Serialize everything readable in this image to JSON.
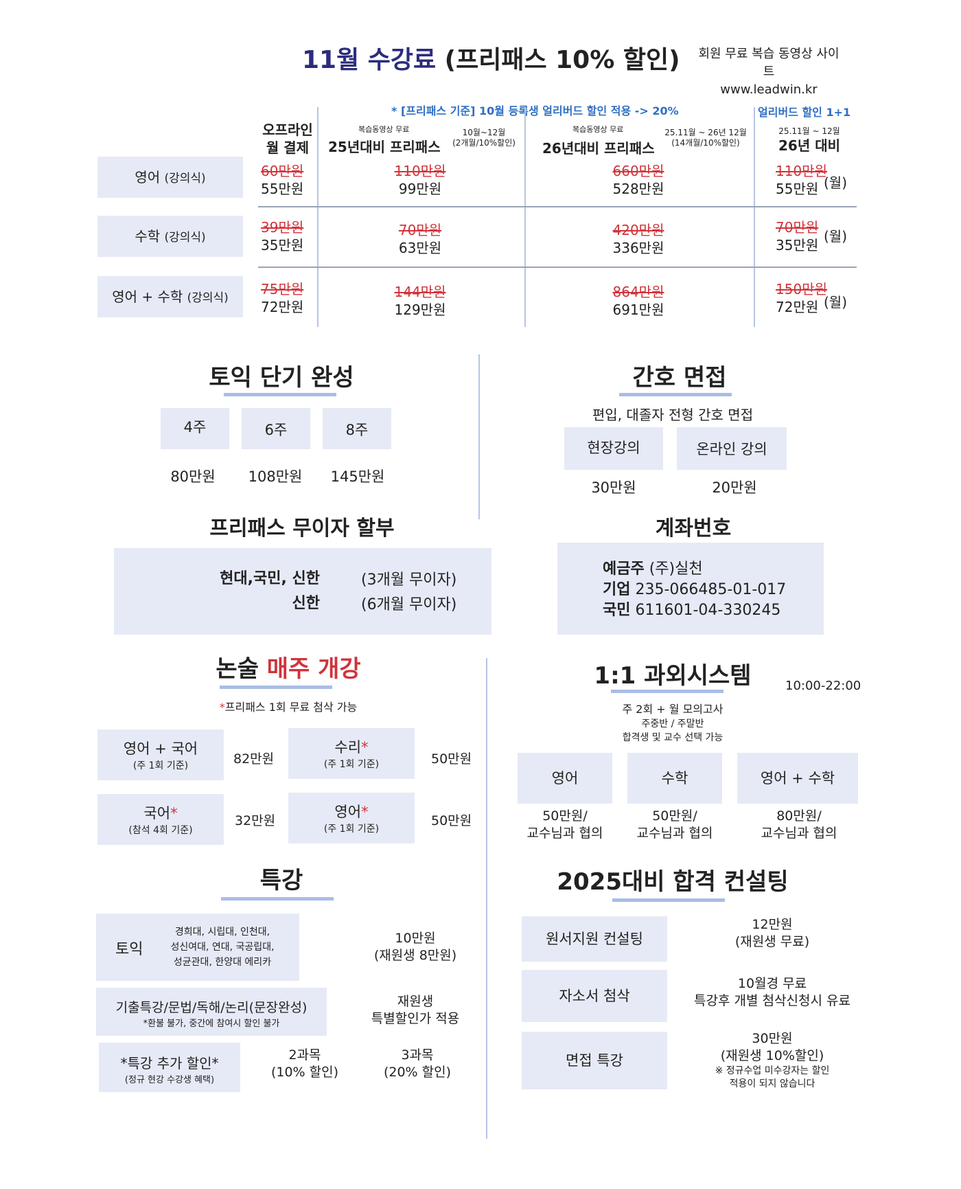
{
  "header": {
    "title_main": "11월 수강료",
    "title_paren": "(프리패스 10% 할인)",
    "site_line1": "회원 무료 복습 동영상 사이트",
    "site_line2": "www.leadwin.kr"
  },
  "price_table": {
    "notice_freepass": "* [프리패스 기준] 10월 등록생 얼리버드 할인 적용 -> 20%",
    "notice_earlybird": "얼리버드 할인 1+1",
    "col_offline": "오프라인\n월 결제",
    "col_25_small": "복습동영상 무료",
    "col_25": "25년대비 프리패스",
    "col_25_period": "10월~12월",
    "col_25_note": "(2개월/10%할인)",
    "col_26_small": "복습동영상 무료",
    "col_26": "26년대비 프리패스",
    "col_26_period": "25.11월 ~ 26년 12월",
    "col_26_note": "(14개월/10%할인)",
    "col_eb_period": "25.11월 ~ 12월",
    "col_eb": "26년 대비",
    "month_label": "(월)",
    "rows": [
      {
        "name": "영어",
        "type": "(강의식)",
        "off_old": "60만원",
        "off_new": "55만원",
        "p25_old": "110만원",
        "p25_new": "99만원",
        "p26_old": "660만원",
        "p26_new": "528만원",
        "eb_old": "110만원",
        "eb_new": "55만원"
      },
      {
        "name": "수학",
        "type": "(강의식)",
        "off_old": "39만원",
        "off_new": "35만원",
        "p25_old": "70만원",
        "p25_new": "63만원",
        "p26_old": "420만원",
        "p26_new": "336만원",
        "eb_old": "70만원",
        "eb_new": "35만원"
      },
      {
        "name": "영어 + 수학",
        "type": "(강의식)",
        "off_old": "75만원",
        "off_new": "72만원",
        "p25_old": "144만원",
        "p25_new": "129만원",
        "p26_old": "864만원",
        "p26_new": "691만원",
        "eb_old": "150만원",
        "eb_new": "72만원"
      }
    ]
  },
  "toeic": {
    "title": "토익 단기 완성",
    "items": [
      {
        "label": "4주",
        "price": "80만원"
      },
      {
        "label": "6주",
        "price": "108만원"
      },
      {
        "label": "8주",
        "price": "145만원"
      }
    ]
  },
  "nursing": {
    "title": "간호 면접",
    "subtitle": "편입, 대졸자 전형 간호 면접",
    "items": [
      {
        "label": "현장강의",
        "price": "30만원"
      },
      {
        "label": "온라인 강의",
        "price": "20만원"
      }
    ]
  },
  "installment": {
    "title": "프리패스 무이자 할부",
    "line1_cards": "현대,국민, 신한",
    "line1_terms": "(3개월 무이자)",
    "line2_cards": "신한",
    "line2_terms": "(6개월 무이자)"
  },
  "account": {
    "title": "계좌번호",
    "holder_label": "예금주",
    "holder_value": "(주)실천",
    "bank1_label": "기업",
    "bank1_value": "235-066485-01-017",
    "bank2_label": "국민",
    "bank2_value": "611601-04-330245"
  },
  "essay": {
    "title_black": "논술",
    "title_red": "매주 개강",
    "note_star": "*",
    "note": "프리패스 1회 무료 첨삭 가능",
    "items": [
      {
        "label": "영어 + 국어",
        "star": "",
        "sub": "(주 1회 기준)",
        "price": "82만원"
      },
      {
        "label": "수리",
        "star": "*",
        "sub": "(주 1회 기준)",
        "price": "50만원"
      },
      {
        "label": "국어",
        "star": "*",
        "sub": "(참석 4회 기준)",
        "price": "32만원"
      },
      {
        "label": "영어",
        "star": "*",
        "sub": "(주 1회 기준)",
        "price": "50만원"
      }
    ]
  },
  "tutoring": {
    "title": "1:1 과외시스템",
    "hours": "10:00-22:00",
    "line1": "주 2회 + 월 모의고사",
    "line2": "주중반 / 주말반",
    "line3": "합격생 및 교수 선택 가능",
    "items": [
      {
        "label": "영어",
        "price": "50만원/",
        "note": "교수님과 협의"
      },
      {
        "label": "수학",
        "price": "50만원/",
        "note": "교수님과 협의"
      },
      {
        "label": "영어 + 수학",
        "price": "80만원/",
        "note": "교수님과 협의"
      }
    ]
  },
  "special": {
    "title": "특강",
    "toeic_label": "토익",
    "toeic_schools": [
      "경희대, 시립대, 인천대,",
      "성신여대, 연대, 국공립대,",
      "성균관대, 한양대 에리카"
    ],
    "toeic_price": "10만원",
    "toeic_price_sub": "(재원생 8만원)",
    "past_label": "기출특강/문법/독해/논리(문장완성)",
    "past_note": "*환불 불가, 중간에 참여시 할인 불가",
    "past_price1": "재원생",
    "past_price2": "특별할인가 적용",
    "extra_label": "*특강 추가 할인*",
    "extra_sub": "(정규 현강 수강생 혜택)",
    "two_subj": "2과목",
    "two_disc": "(10% 할인)",
    "three_subj": "3과목",
    "three_disc": "(20% 할인)"
  },
  "consulting": {
    "title": "2025대비 합격 컨설팅",
    "items": [
      {
        "label": "원서지원 컨설팅",
        "lines": [
          "12만원",
          "(재원생 무료)"
        ]
      },
      {
        "label": "자소서 첨삭",
        "lines": [
          "10월경 무료",
          "특강후 개별 첨삭신청시 유료"
        ]
      },
      {
        "label": "면접 특강",
        "lines": [
          "30만원",
          "(재원생 10%할인)"
        ],
        "notes": [
          "※ 정규수업 미수강자는 할인",
          "적용이 되지 않습니다"
        ]
      }
    ]
  },
  "colors": {
    "navy": "#2b2d7c",
    "red": "#d0333a",
    "blue": "#2f6fc4",
    "box": "#e6eaf6",
    "bar": "#a9bde6"
  }
}
